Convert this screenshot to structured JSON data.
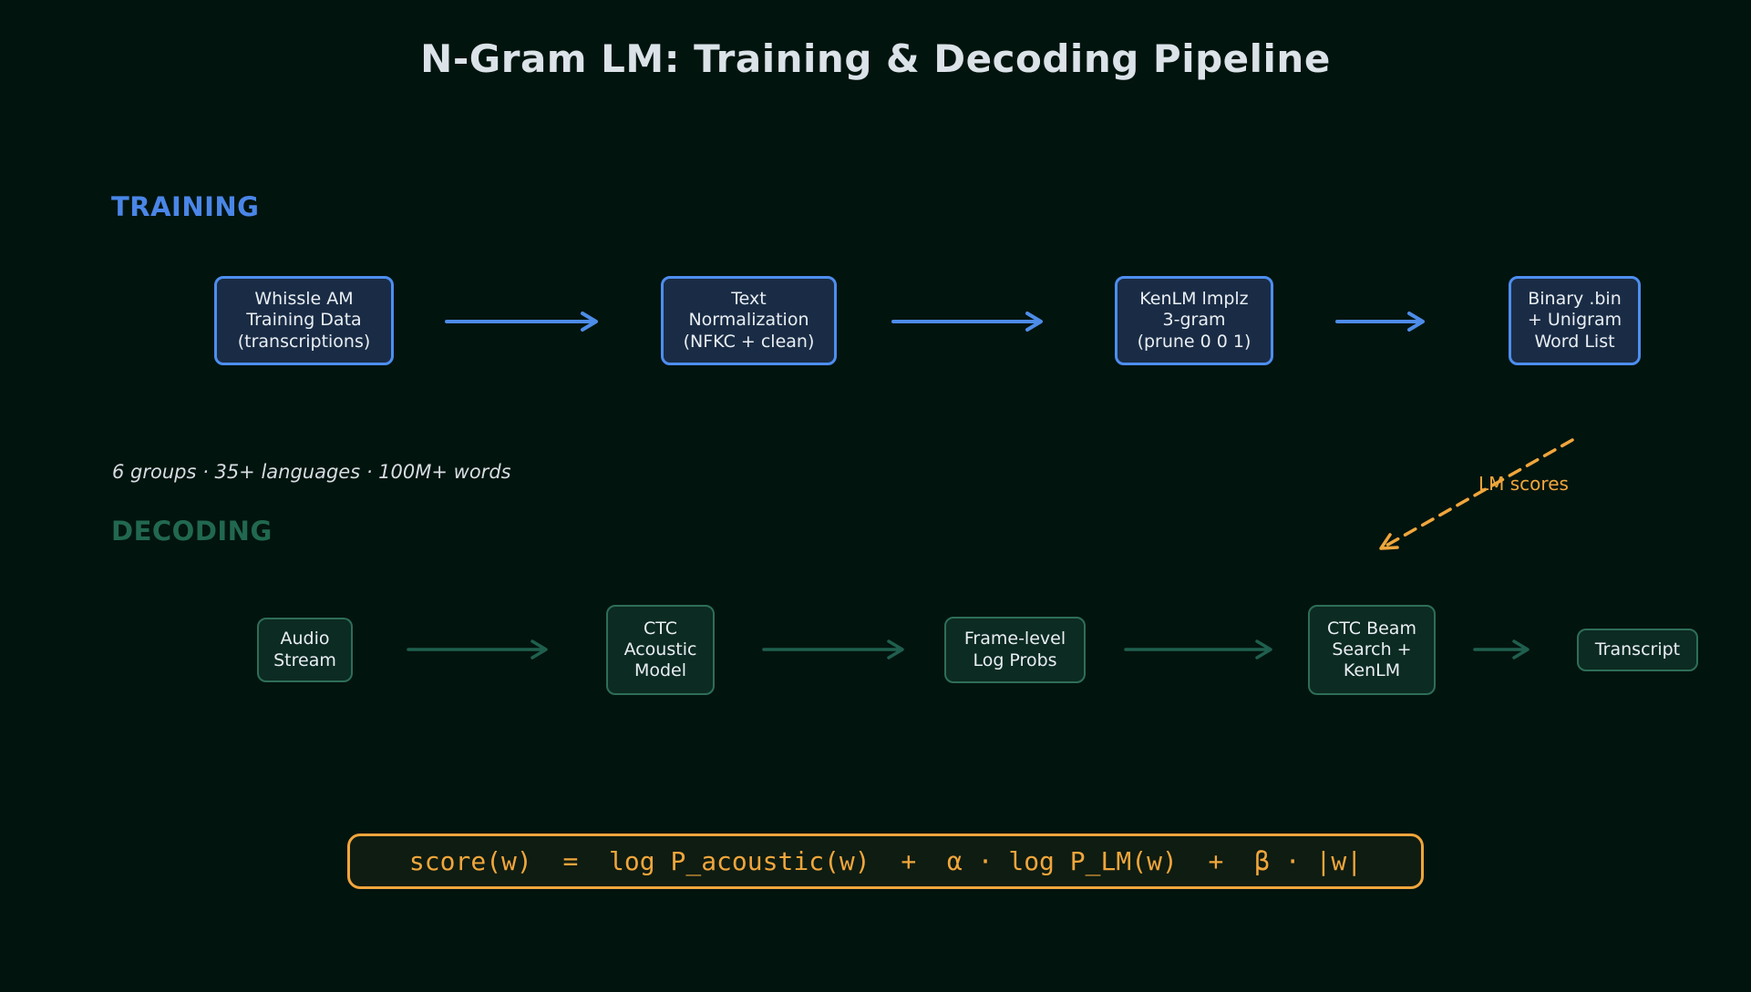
{
  "title": "N-Gram LM: Training & Decoding Pipeline",
  "training": {
    "section_label": "TRAINING",
    "stats_note": "6 groups · 35+ languages · 100M+ words",
    "boxes": [
      {
        "label": "Whissle AM\nTraining Data\n(transcriptions)"
      },
      {
        "label": "Text\nNormalization\n(NFKC + clean)"
      },
      {
        "label": "KenLM lmplz\n3-gram\n(prune 0 0 1)"
      },
      {
        "label": "Binary .bin\n+ Unigram\nWord List"
      }
    ]
  },
  "decoding": {
    "section_label": "DECODING",
    "lm_scores_label": "LM scores",
    "boxes": [
      {
        "label": "Audio\nStream"
      },
      {
        "label": "CTC\nAcoustic\nModel"
      },
      {
        "label": "Frame-level\nLog Probs"
      },
      {
        "label": "CTC Beam\nSearch +\nKenLM"
      },
      {
        "label": "Transcript"
      }
    ]
  },
  "formula": "score(w)  =  log P_acoustic(w)  +  α · log P_LM(w)  +  β · |w|",
  "colors": {
    "background": "#02140e",
    "title_text": "#dbe2e8",
    "training_accent": "#4a86e8",
    "training_box_fill": "#1a2c45",
    "training_box_border": "#4d8ef0",
    "decoding_accent": "#21684f",
    "decoding_box_fill": "#0c2b22",
    "decoding_box_border": "#2e6e58",
    "decoding_arrow": "#1f5f4d",
    "lm_scores_orange": "#f0a63c"
  }
}
